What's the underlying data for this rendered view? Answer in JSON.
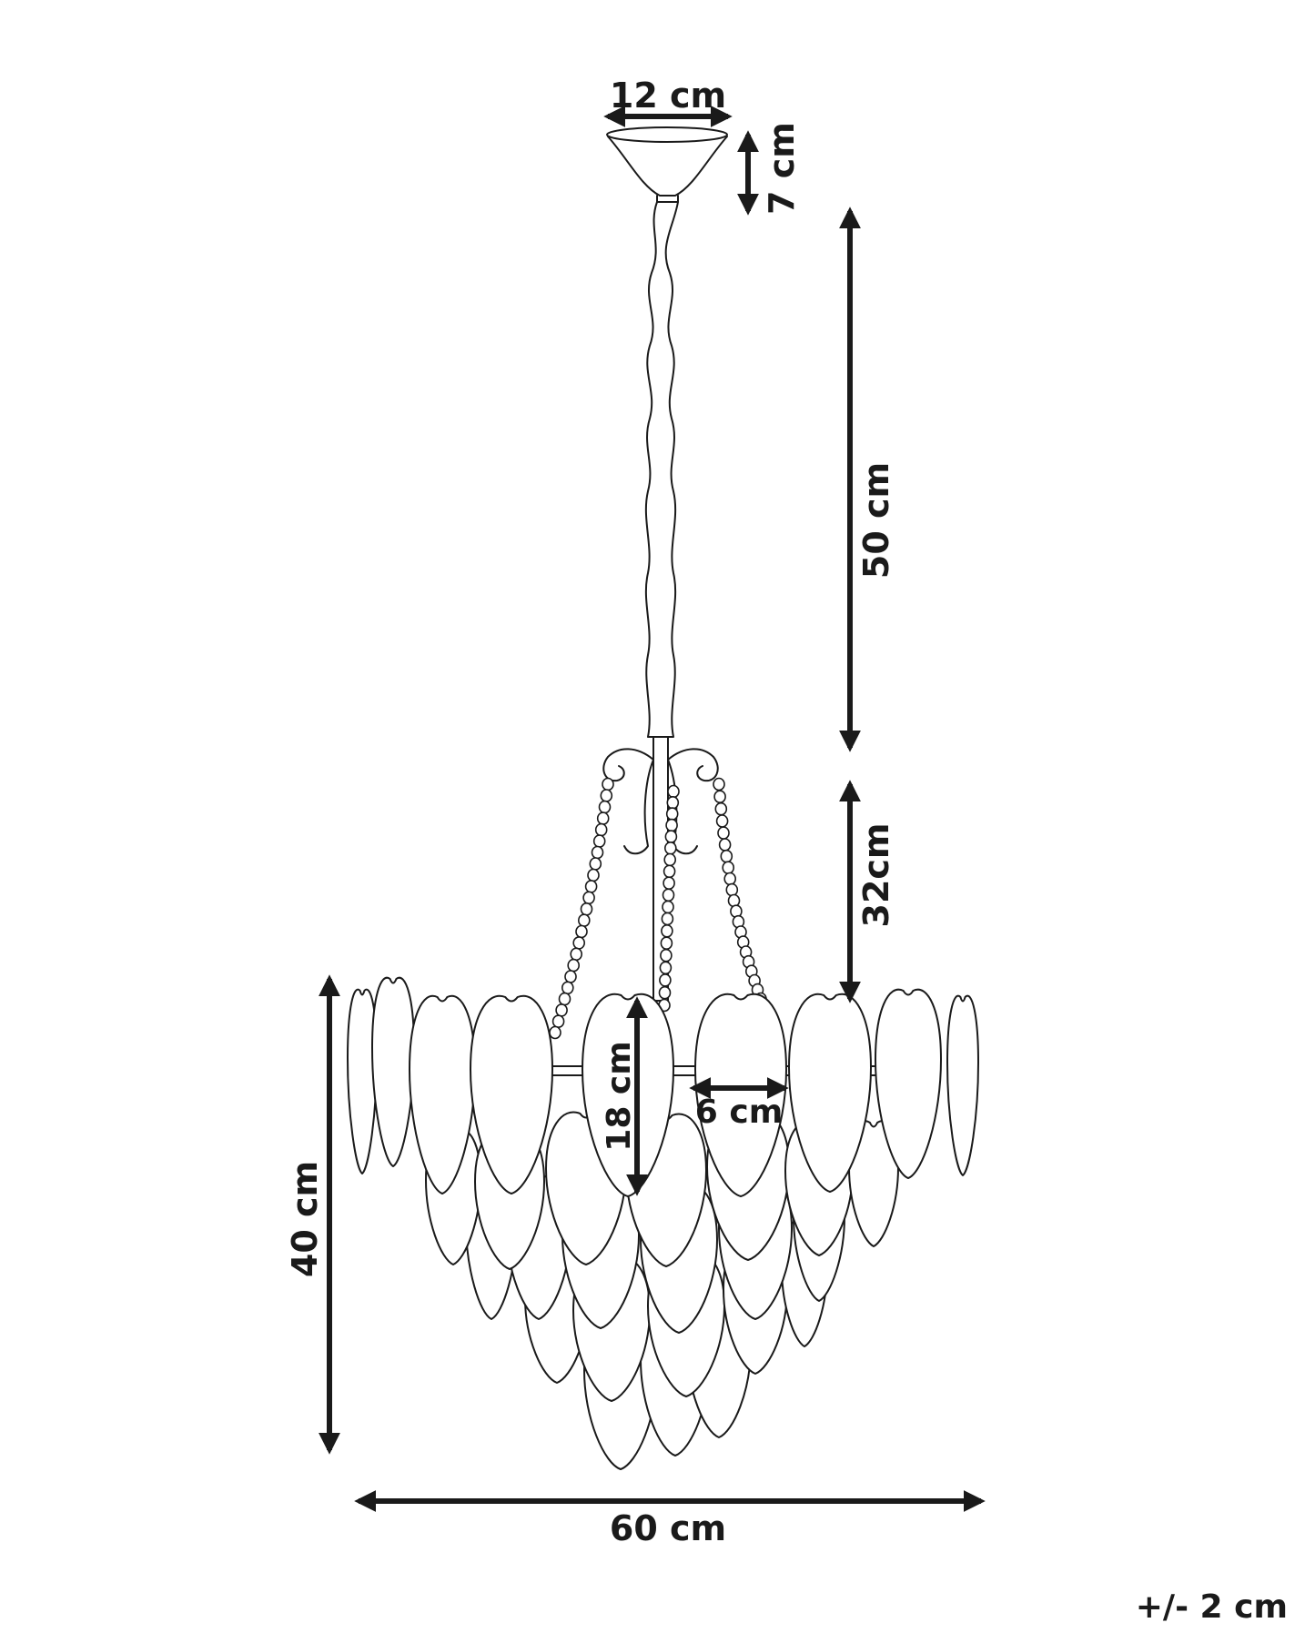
{
  "dimensions": {
    "canopy_width": "12 cm",
    "canopy_height": "7 cm",
    "chain_length": "50 cm",
    "frame_height": "32cm",
    "leaf_length": "18 cm",
    "leaf_width": "6 cm",
    "shade_height": "40 cm",
    "total_width": "60 cm"
  },
  "tolerance": "+/- 2 cm",
  "colors": {
    "ink": "#1a1a1a",
    "background": "#ffffff"
  }
}
